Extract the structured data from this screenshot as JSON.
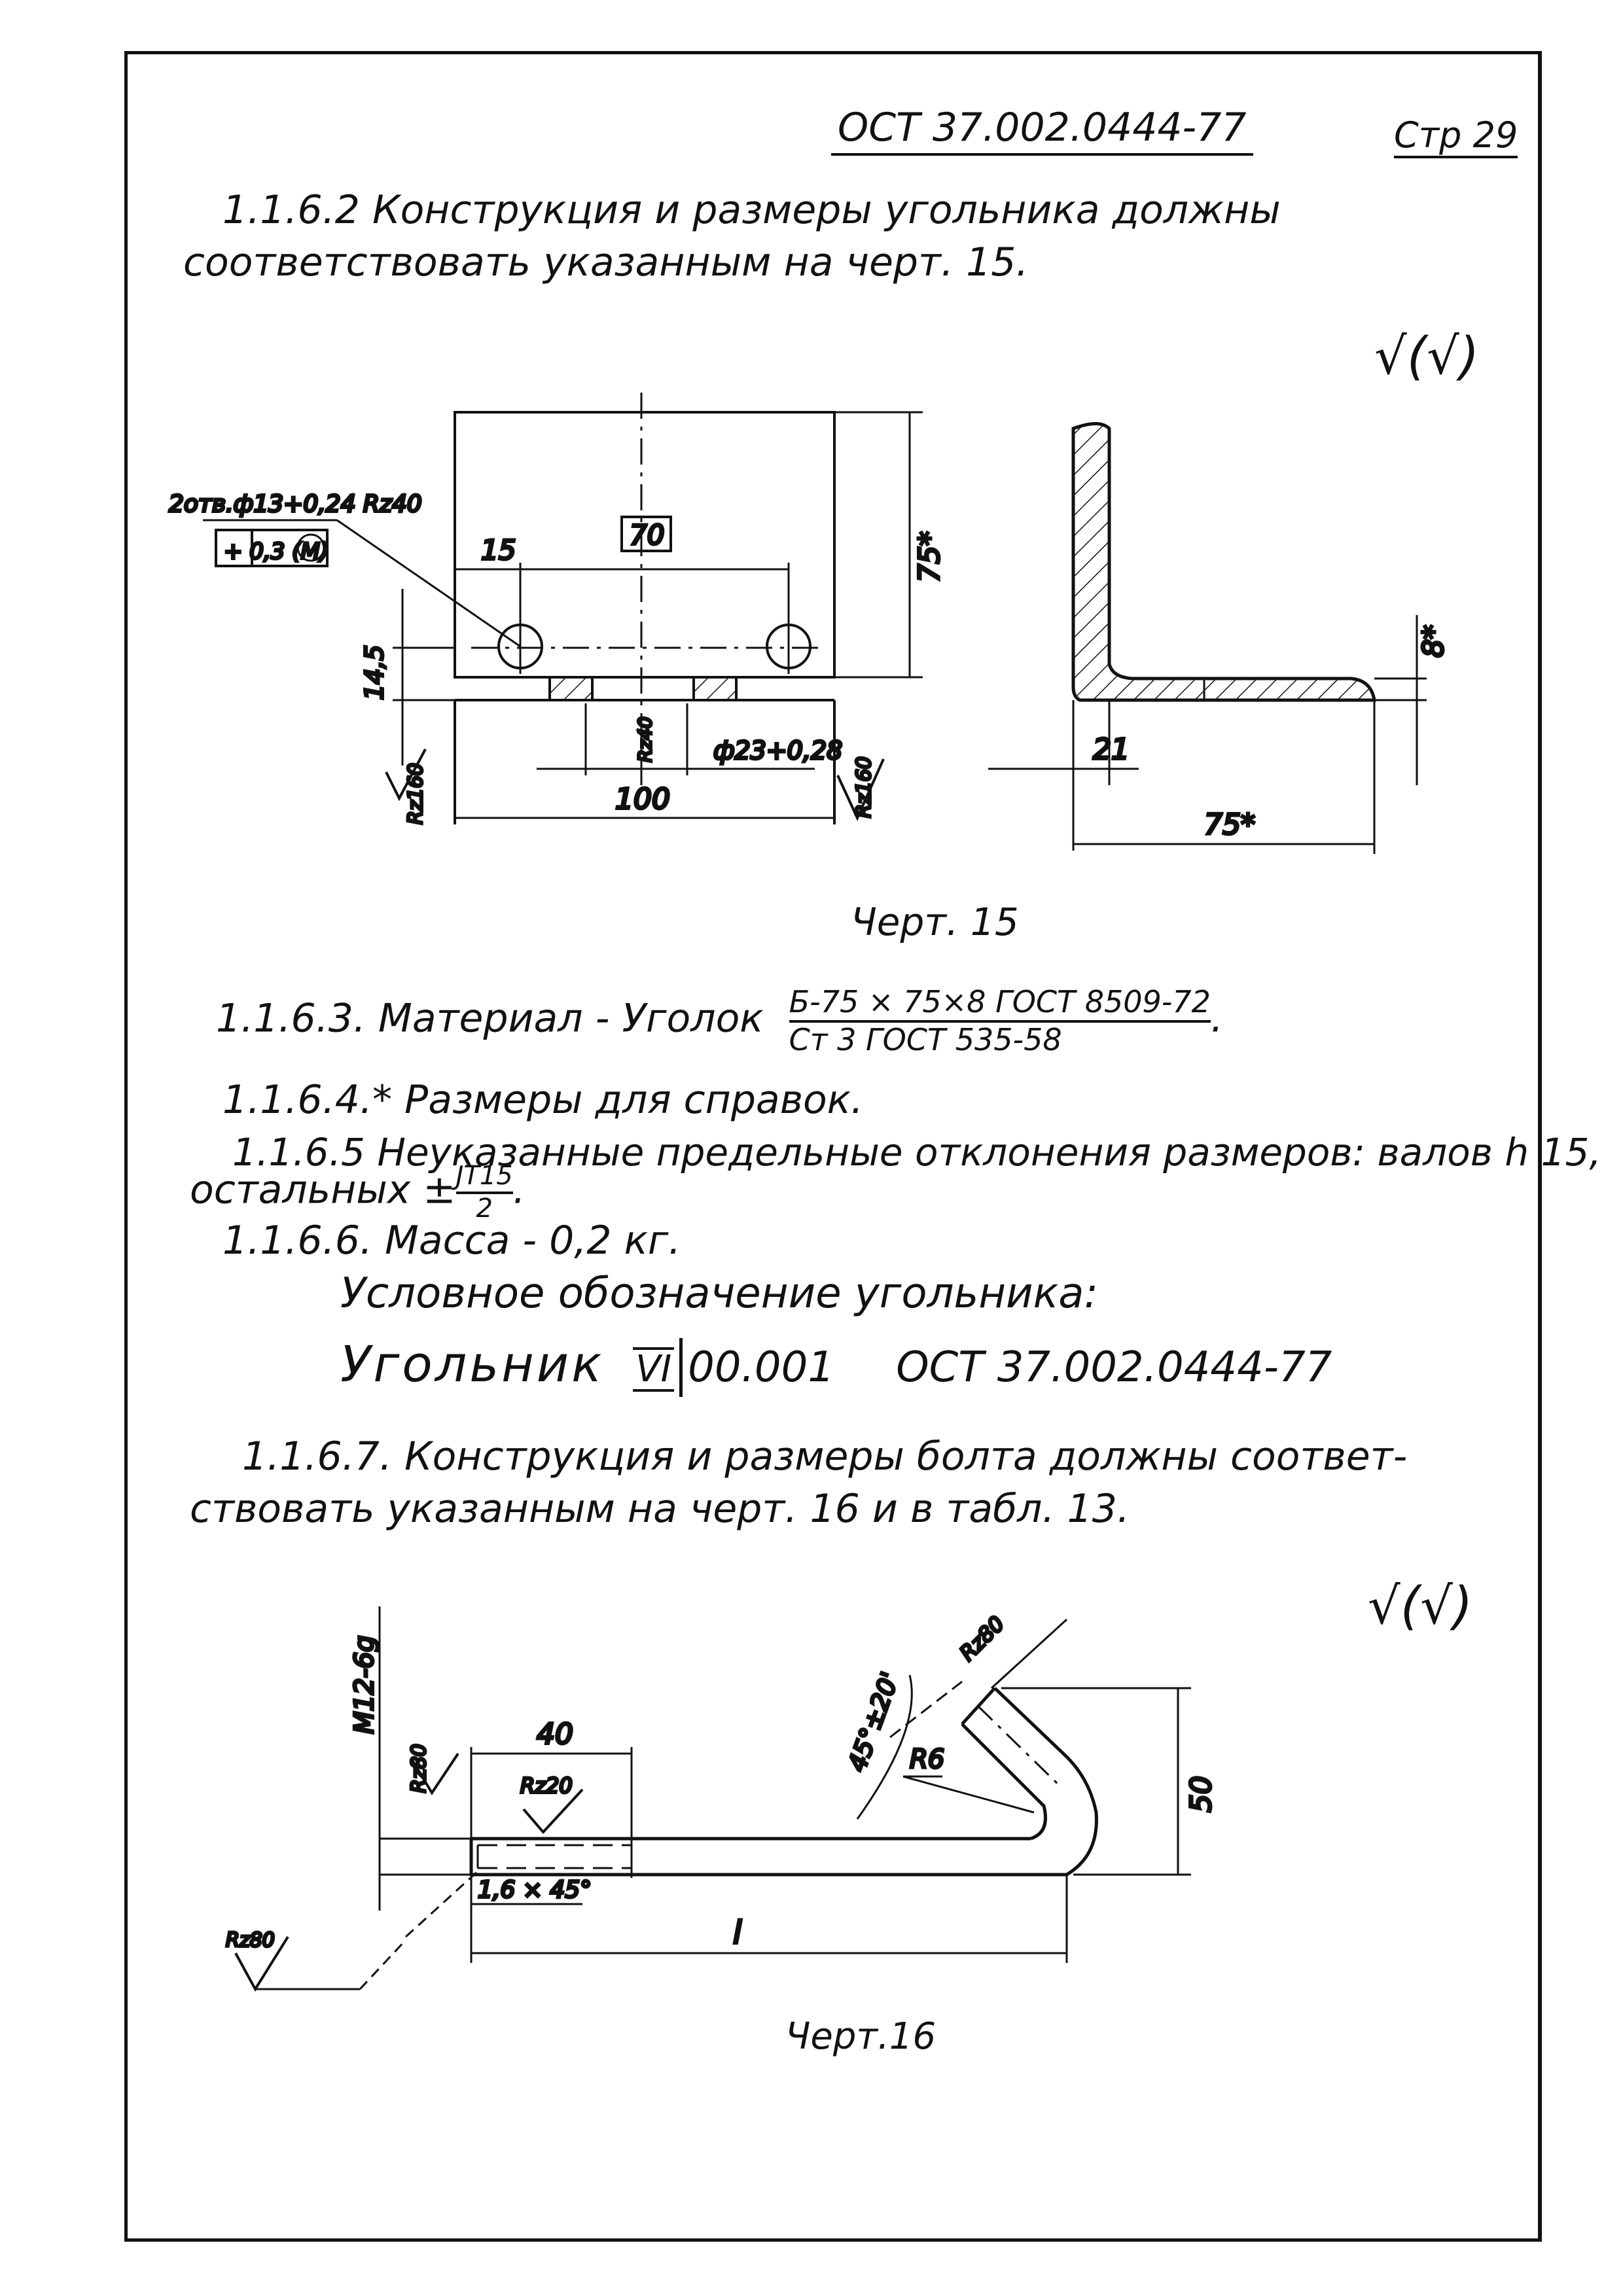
{
  "header": {
    "standard": "ОСТ 37.002.0444-77",
    "page": "Стр 29"
  },
  "p1": {
    "line1": "1.1.6.2 Конструкция и размеры угольника должны",
    "line2": "соответствовать указанным на черт. 15."
  },
  "roughness_symbol": "√(√)",
  "fig15": {
    "caption": "Черт. 15",
    "holes_note": "2отв.ф13+0,24 Rz40",
    "tolerance_frame": "+ 0,3 (M)",
    "dim_15": "15",
    "dim_70": "70",
    "dim_75_vertical": "75*",
    "dim_14_5": "14,5",
    "rz160_left": "Rz160",
    "rz40": "Rz40",
    "dia_23": "ф23+0,28",
    "rz160_right": "Rz160",
    "dim_100": "100",
    "dim_8": "8*",
    "dim_21": "21",
    "dim_75_horizontal": "75*"
  },
  "p2": {
    "material_prefix": "1.1.6.3. Материал - Уголок",
    "material_num": "Б-75 × 75×8 ГОСТ 8509-72",
    "material_den": "Ст 3 ГОСТ 535-58",
    "ref": "1.1.6.4.* Размеры для справок.",
    "dev_line1": "1.1.6.5 Неуказанные предельные отклонения размеров: валов h 15,",
    "dev_prefix": "остальных ±",
    "dev_num": "JT15",
    "dev_den": "2",
    "mass": "1.1.6.6. Масса - 0,2 кг.",
    "designation_label": "Условное обозначение угольника:",
    "designation_name": "Угольник",
    "designation_roman": "VI",
    "designation_code": "00.001",
    "designation_std": "ОСТ 37.002.0444-77"
  },
  "p3": {
    "line1": "1.1.6.7. Конструкция и размеры болта должны соответ-",
    "line2": "ствовать указанным на черт. 16 и в табл. 13."
  },
  "fig16": {
    "caption": "Черт.16",
    "thread": "M12-6g",
    "rz80_top": "Rz80",
    "dim_40": "40",
    "rz20": "Rz20",
    "angle": "45°±20'",
    "rz80_right": "Rz80",
    "r6": "R6",
    "dim_50": "50",
    "chamfer": "1,6 × 45°",
    "dim_l": "l",
    "rz80_bottom": "Rz80"
  }
}
